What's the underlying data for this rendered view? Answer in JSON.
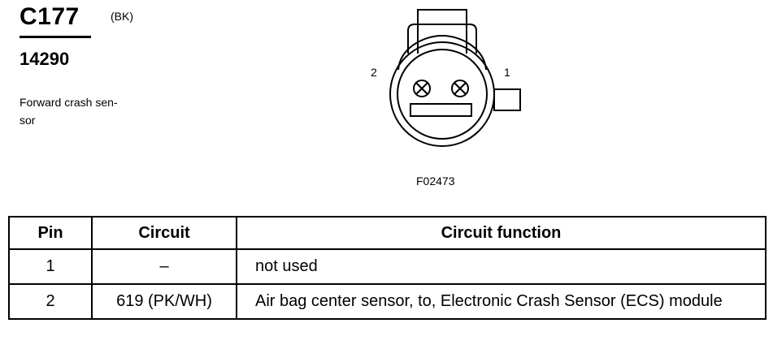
{
  "header": {
    "connector_id": "C177",
    "color_code": "(BK)",
    "part_number": "14290",
    "description": "Forward crash sen-\nsor"
  },
  "diagram": {
    "pin_label_left": "2",
    "pin_label_right": "1",
    "figure_id": "F02473"
  },
  "table": {
    "headers": [
      "Pin",
      "Circuit",
      "Circuit function"
    ],
    "rows": [
      {
        "pin": "1",
        "circuit": "–",
        "function": "not used"
      },
      {
        "pin": "2",
        "circuit": "619 (PK/WH)",
        "function": "Air bag center sensor, to, Electronic Crash Sensor (ECS) module"
      }
    ]
  }
}
